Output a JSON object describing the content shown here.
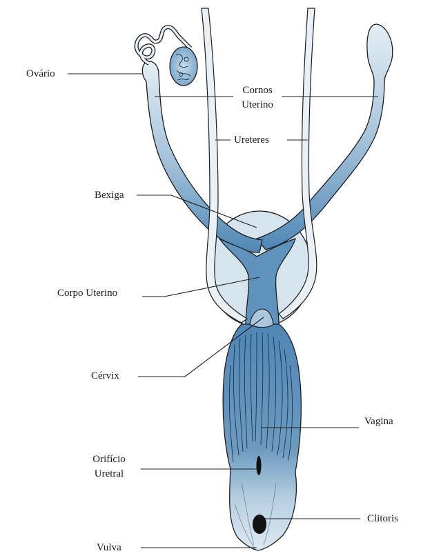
{
  "diagram": {
    "labels": {
      "ovario": "Ovário",
      "cornos_line1": "Cornos",
      "cornos_line2": "Uterino",
      "ureteres": "Ureteres",
      "bexiga": "Bexiga",
      "corpo_uterino": "Corpo Uterino",
      "cervix": "Cérvix",
      "vagina": "Vagina",
      "orificio_line1": "Orifício",
      "orificio_line2": "Uretral",
      "clitoris": "Clitoris",
      "vulva": "Vulva"
    },
    "colors": {
      "organ_dark": "#5f93bd",
      "organ_light": "#d8e6f0",
      "bladder": "#d6e4ee",
      "outline": "#1c1c1c",
      "ureter_fill": "#e9f0f6"
    }
  }
}
